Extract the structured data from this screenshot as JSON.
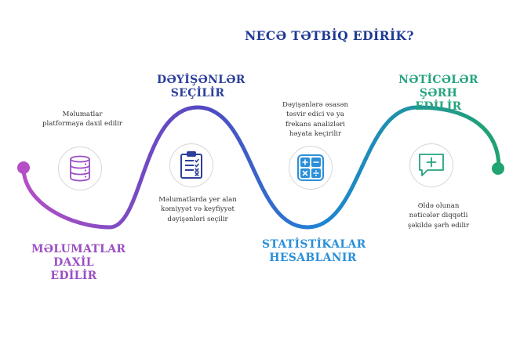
{
  "title": "NECƏ TƏTBİQ EDİRİK?",
  "colors": {
    "title": "#1f3a93",
    "stage1": "#9b4fc4",
    "stage2": "#2c3f9a",
    "stage3": "#2a8fd8",
    "stage4": "#26a37f",
    "curve_start": "#b44fc6",
    "curve_mid1": "#5248c0",
    "curve_mid2": "#1e84d6",
    "curve_end": "#20a36f"
  },
  "stages": [
    {
      "label": "MƏLUMATLAR DAXİL EDİLİR",
      "description": "Məlumatlar platformaya daxil edilir",
      "icon": "database-icon"
    },
    {
      "label": "DƏYİŞƏNLƏR SEÇİLİR",
      "description": "Məlumatlarda yer alan kəmiyyət və keyfiyyət dəyişənləri seçilir",
      "icon": "clipboard-checklist-icon"
    },
    {
      "label": "STATİSTİKALAR HESABLANIR",
      "description": "Dəyişənlərə əsasən təsvir edici və ya frekans analizləri həyata keçirilir",
      "icon": "calculator-icon"
    },
    {
      "label": "NƏTİCƏLƏR ŞƏRH EDİLİR",
      "description": "Əldə olunan nəticələr diqqətli şəkildə şərh edilir",
      "icon": "comment-add-icon"
    }
  ]
}
